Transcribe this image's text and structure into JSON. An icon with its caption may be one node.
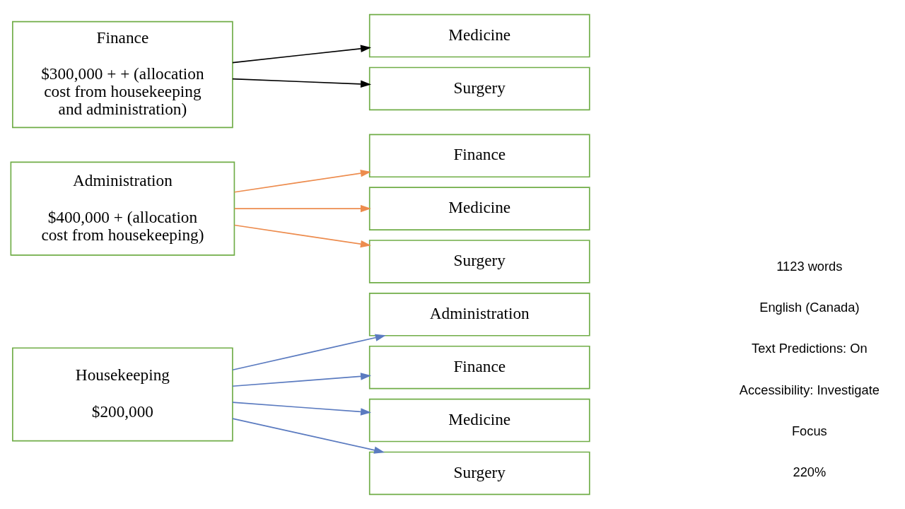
{
  "diagram": {
    "nodes": [
      {
        "text": [
          "Housekeeping",
          "$200,000"
        ]
      },
      {
        "text": [
          "Administration"
        ]
      },
      {
        "text": [
          "Finance"
        ]
      },
      {
        "text": [
          "Medicine"
        ]
      },
      {
        "text": [
          "Surgery"
        ]
      },
      {
        "text": [
          "Administration",
          "$400,000 + (allocation cost from housekeeping)"
        ]
      },
      {
        "text": [
          "Finance"
        ]
      },
      {
        "text": [
          "Medicine"
        ]
      },
      {
        "text": [
          "Surgery"
        ]
      },
      {
        "text": [
          "Finance",
          "$300,000 + + (allocation cost from housekeeping and administration)"
        ]
      },
      {
        "text": [
          "Medicine"
        ]
      },
      {
        "text": [
          "Surgery"
        ]
      }
    ],
    "edges": [
      {
        "from": 0,
        "to": 1,
        "arrow": "to"
      },
      {
        "from": 0,
        "to": 2,
        "arrow": "to"
      },
      {
        "from": 0,
        "to": 3,
        "arrow": "to"
      },
      {
        "from": 0,
        "to": 4,
        "arrow": "to"
      },
      {
        "from": 5,
        "to": 6,
        "arrow": "to",
        "color": "#ed8c4e"
      },
      {
        "from": 5,
        "to": 7,
        "arrow": "to",
        "color": "#ed8c4e"
      },
      {
        "from": 5,
        "to": 8,
        "arrow": "to",
        "color": "#ed8c4e"
      },
      {
        "from": 9,
        "to": 10,
        "arrow": "to",
        "color": "#000000"
      },
      {
        "from": 9,
        "to": 11,
        "arrow": "to",
        "color": "#000000"
      }
    ],
    "labels": [
      "1123 words",
      "English (Canada)",
      "Text Predictions: On",
      "Accessibility: Investigate",
      "Focus",
      "220%"
    ]
  }
}
